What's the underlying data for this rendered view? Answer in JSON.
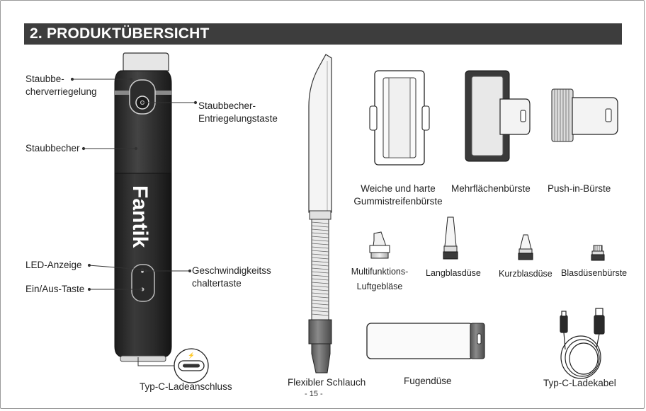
{
  "section_title": "2. PRODUKTÜBERSICHT",
  "brand": "Fantik",
  "labels": {
    "dust_lock_1": "Staubbe-",
    "dust_lock_2": "cherverriegelung",
    "release_1": "Staubbecher-",
    "release_2": "Entriegelungstaste",
    "dust_cup": "Staubbecher",
    "led": "LED-Anzeige",
    "power": "Ein/Aus-Taste",
    "speed_1": "Geschwindigkeitss",
    "speed_2": "chaltertaste",
    "usb_port": "Typ-C-Ladeanschluss"
  },
  "accessories": {
    "rubber_brush_1": "Weiche und harte",
    "rubber_brush_2": "Gummistreifenbürste",
    "multi_surface": "Mehrflächenbürste",
    "push_in": "Push-in-Bürste",
    "multi_blower_1": "Multifunktions-",
    "multi_blower_2": "Luftgebläse",
    "long_nozzle": "Langblasdüse",
    "short_nozzle": "Kurzblasdüse",
    "nozzle_brush": "Blasdüsenbürste",
    "hose": "Flexibler Schlauch",
    "crevice": "Fugendüse",
    "cable": "Typ-C-Ladekabel"
  },
  "page_number": "- 15 -"
}
